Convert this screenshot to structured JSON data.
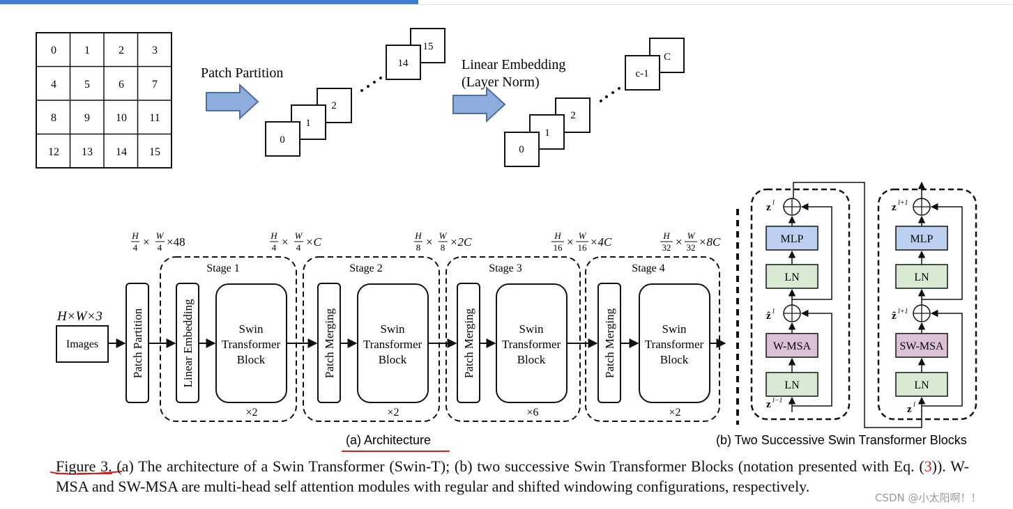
{
  "grid": {
    "cells": [
      "0",
      "1",
      "2",
      "3",
      "4",
      "5",
      "6",
      "7",
      "8",
      "9",
      "10",
      "11",
      "12",
      "13",
      "14",
      "15"
    ]
  },
  "patch_partition_label": "Patch Partition",
  "patch_stack": {
    "front": [
      "0",
      "1",
      "2"
    ],
    "back": [
      "14",
      "15"
    ]
  },
  "linear_embedding": {
    "line1": "Linear Embedding",
    "line2": "(Layer Norm)"
  },
  "embed_stack": {
    "front": [
      "0",
      "1",
      "2"
    ],
    "back": [
      "c-1",
      "C"
    ]
  },
  "arch": {
    "input_dim": "H×W×3",
    "images": "Images",
    "patch_partition": "Patch Partition",
    "linear_embedding": "Linear Embedding",
    "patch_merging": "Patch Merging",
    "swin_block": [
      "Swin",
      "Transformer",
      "Block"
    ],
    "stages": [
      {
        "title": "Stage 1",
        "repeat": "×2",
        "dim_h": "H",
        "dim_hd": "4",
        "dim_w": "W",
        "dim_wd": "4",
        "dim_c": "×48"
      },
      {
        "title": "Stage 2",
        "repeat": "×2",
        "dim_h": "H",
        "dim_hd": "4",
        "dim_w": "W",
        "dim_wd": "4",
        "dim_c": "×C"
      },
      {
        "title": "Stage 3",
        "repeat": "×6",
        "dim_h": "H",
        "dim_hd": "8",
        "dim_w": "W",
        "dim_wd": "8",
        "dim_c": "×2C"
      },
      {
        "title": "Stage 4",
        "repeat": "×2",
        "dim_h": "H",
        "dim_hd": "16",
        "dim_w": "W",
        "dim_wd": "16",
        "dim_c": "×4C"
      }
    ],
    "final_dim": {
      "dim_h": "H",
      "dim_hd": "32",
      "dim_w": "W",
      "dim_wd": "32",
      "dim_c": "×8C"
    },
    "caption": "(a) Architecture"
  },
  "blocks": {
    "left": {
      "mlp": "MLP",
      "ln": "LN",
      "attn": "W-MSA",
      "z_out": "z",
      "z_out_sup": "l",
      "z_mid": "ẑ",
      "z_mid_sup": "l",
      "z_in": "z",
      "z_in_sup": "l−1"
    },
    "right": {
      "mlp": "MLP",
      "ln": "LN",
      "attn": "SW-MSA",
      "z_out": "z",
      "z_out_sup": "l+1",
      "z_mid": "ẑ",
      "z_mid_sup": "l+1",
      "z_in": "z",
      "z_in_sup": "l"
    },
    "caption": "(b) Two Successive Swin Transformer Blocks"
  },
  "figure_caption": {
    "label": "Figure 3.",
    "part1": " (a) The architecture of a Swin Transformer (Swin-T); (b) two successive Swin Transformer Blocks (notation presented with Eq. (",
    "ref": "3",
    "part2": ")). W-MSA and SW-MSA are multi-head self attention modules with regular and shifted windowing configurations, respectively."
  },
  "watermark": "CSDN @小太阳啊！！",
  "colors": {
    "mlp": "#bcd0ef",
    "ln": "#d8ead2",
    "wmsa": "#dcc0d6",
    "arrow_fill": "#8eaddc",
    "arrow_stroke": "#4a6da3",
    "top_bar": "#3f7fd4",
    "underline_red": "#c22"
  }
}
